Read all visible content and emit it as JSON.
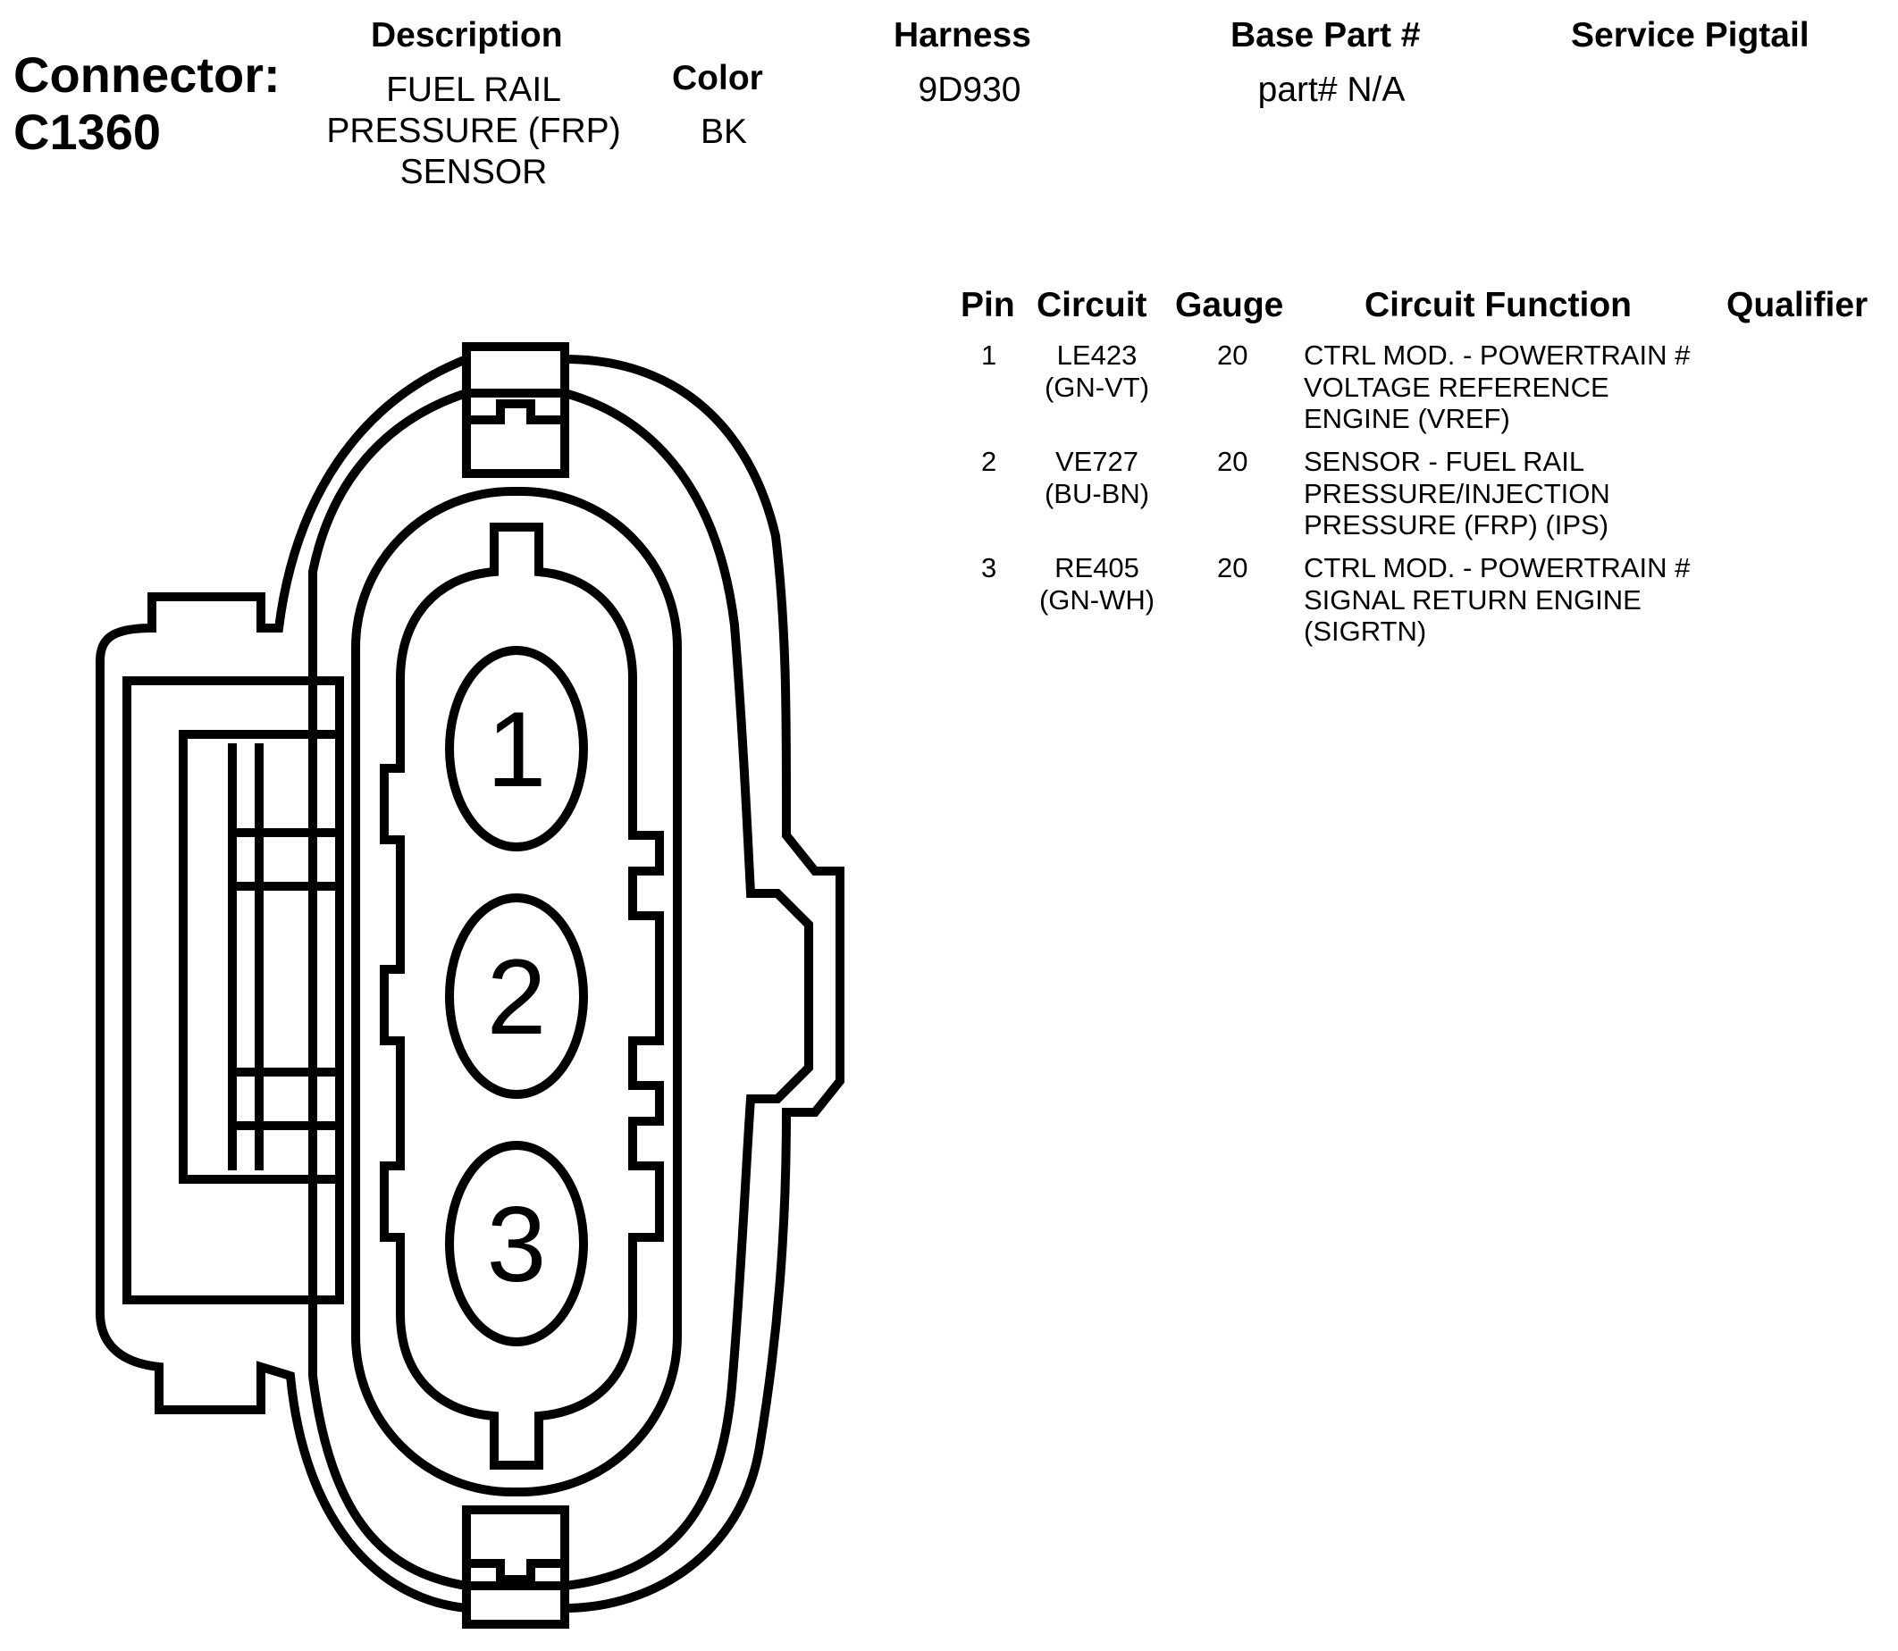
{
  "connector": {
    "label": "Connector:",
    "id": "C1360"
  },
  "header": {
    "description": {
      "label": "Description",
      "value_lines": [
        "FUEL RAIL",
        "PRESSURE (FRP)",
        "SENSOR"
      ]
    },
    "color": {
      "label": "Color",
      "value": "BK"
    },
    "harness": {
      "label": "Harness",
      "value": "9D930"
    },
    "base_part": {
      "label": "Base Part #",
      "value": "part# N/A"
    },
    "service_pigtail": {
      "label": "Service Pigtail",
      "value": ""
    }
  },
  "pin_table": {
    "columns": [
      "Pin",
      "Circuit",
      "Gauge",
      "Circuit Function",
      "Qualifier"
    ],
    "rows": [
      {
        "pin": "1",
        "circuit": [
          "LE423",
          "(GN-VT)"
        ],
        "gauge": "20",
        "function": [
          "CTRL MOD. - POWERTRAIN #",
          "VOLTAGE REFERENCE",
          "ENGINE (VREF)"
        ],
        "qualifier": ""
      },
      {
        "pin": "2",
        "circuit": [
          "VE727",
          "(BU-BN)"
        ],
        "gauge": "20",
        "function": [
          "SENSOR - FUEL RAIL",
          "PRESSURE/INJECTION",
          "PRESSURE (FRP) (IPS)"
        ],
        "qualifier": ""
      },
      {
        "pin": "3",
        "circuit": [
          "RE405",
          "(GN-WH)"
        ],
        "gauge": "20",
        "function": [
          "CTRL MOD. - POWERTRAIN #",
          "SIGNAL RETURN ENGINE",
          "(SIGRTN)"
        ],
        "qualifier": ""
      }
    ]
  },
  "diagram": {
    "pin_labels": [
      "1",
      "2",
      "3"
    ]
  }
}
